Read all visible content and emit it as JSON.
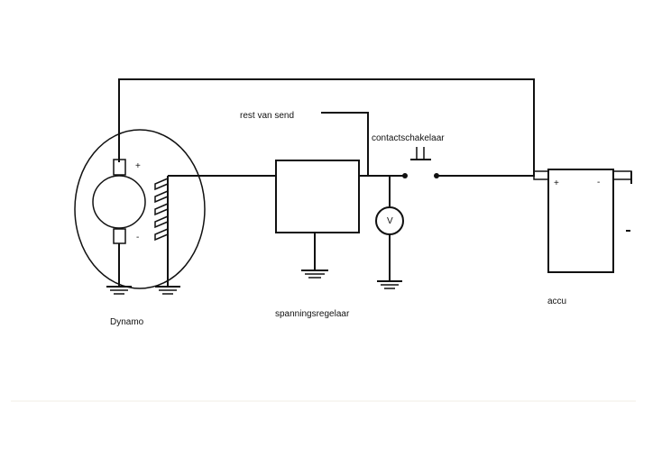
{
  "labels": {
    "dynamo": "Dynamo",
    "regulator": "spanningsregelaar",
    "battery": "accu",
    "wire_label": "rest van send",
    "switch": "contactschakelaar",
    "voltmeter": "V"
  },
  "symbols": {
    "plus": "+",
    "minus": "-"
  }
}
